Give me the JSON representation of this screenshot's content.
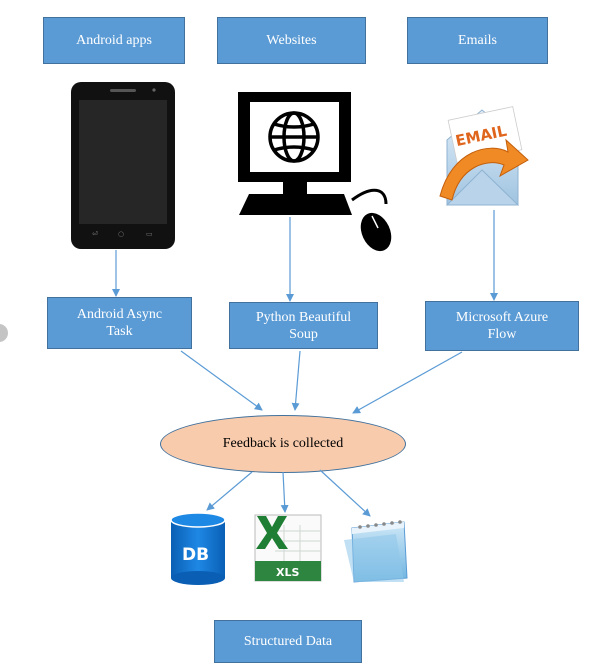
{
  "sources": [
    {
      "label": "Android apps"
    },
    {
      "label": "Websites"
    },
    {
      "label": "Emails"
    }
  ],
  "processors": [
    {
      "label": "Android Async\nTask"
    },
    {
      "label": "Python Beautiful\nSoup"
    },
    {
      "label": "Microsoft Azure\nFlow"
    }
  ],
  "collector": {
    "label": "Feedback is collected"
  },
  "outputs": {
    "db_label": "DB",
    "xls_label": "XLS",
    "email_icon_label": "EMAIL",
    "final_label": "Structured Data"
  },
  "colors": {
    "box_fill": "#5b9bd5",
    "box_border": "#41719c",
    "ellipse_fill": "#f8cbad",
    "arrow": "#5b9bd5"
  }
}
